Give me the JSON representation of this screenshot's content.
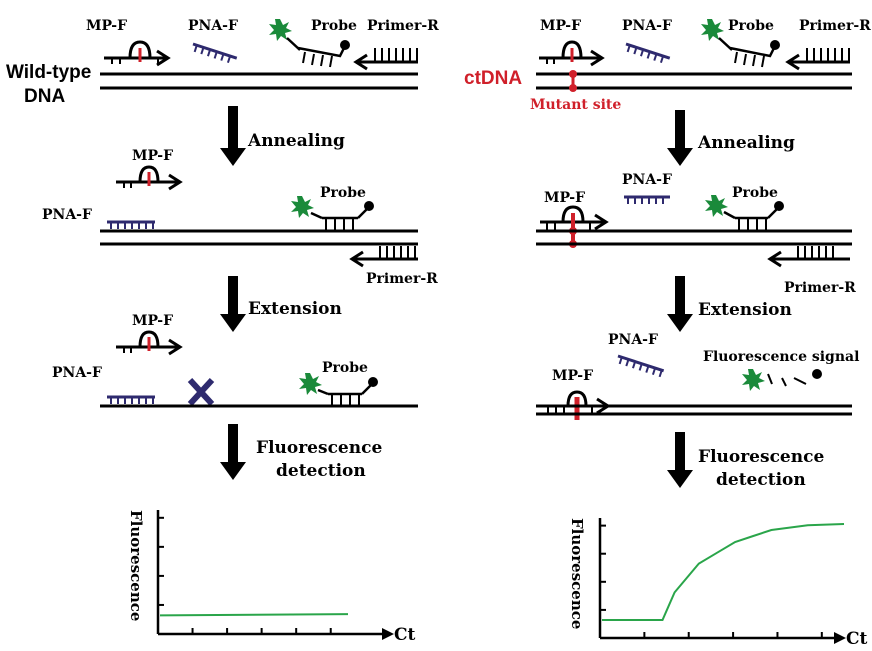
{
  "colors": {
    "strand": "#000000",
    "mutant": "#d0202a",
    "pna": "#2e2a6e",
    "fluorophore": "#1a8a3a",
    "curve": "#2aa54a",
    "block": "#2e2a6e"
  },
  "labels": {
    "mp_f": "MP-F",
    "pna_f": "PNA-F",
    "probe": "Probe",
    "primer_r": "Primer-R",
    "wildtype_line1": "Wild-type",
    "wildtype_line2": "DNA",
    "ctdna": "ctDNA",
    "mutant_site": "Mutant site",
    "fluorescence_signal": "Fluorescence signal"
  },
  "steps": {
    "annealing": "Annealing",
    "extension": "Extension",
    "detection_line1": "Fluorescence",
    "detection_line2": "detection"
  },
  "chart_data": [
    {
      "type": "line",
      "panel": "wild-type",
      "xlabel": "Ct",
      "ylabel": "Fluorescence",
      "series": [
        {
          "x": [
            0,
            1
          ],
          "y": [
            0.15,
            0.16
          ]
        }
      ],
      "description_shape": "flat"
    },
    {
      "type": "line",
      "panel": "ctDNA",
      "xlabel": "Ct",
      "ylabel": "Fluorescence",
      "series": [
        {
          "x": [
            0,
            0.25,
            0.3,
            0.4,
            0.55,
            0.7,
            0.85,
            1
          ],
          "y": [
            0.15,
            0.15,
            0.38,
            0.62,
            0.8,
            0.9,
            0.94,
            0.95
          ]
        }
      ],
      "description_shape": "sigmoid"
    }
  ]
}
